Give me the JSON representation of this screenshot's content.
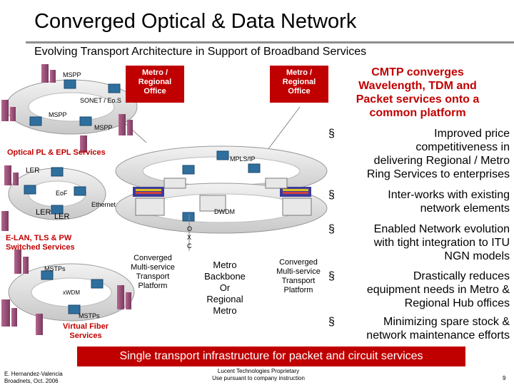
{
  "header": {
    "title": "Converged Optical & Data Network",
    "subtitle": "Evolving Transport Architecture in Support of Broadband Services"
  },
  "diagram": {
    "mspp_a": "MSPP",
    "sonet_eos": "SONET / Eo.S",
    "mspp_b": "MSPP",
    "mspp_c": "MSPP",
    "metro_left_1": "Metro /",
    "metro_left_2": "Regional",
    "metro_left_3": "Office",
    "metro_right_1": "Metro /",
    "metro_right_2": "Regional",
    "metro_right_3": "Office",
    "optical_services": "Optical PL & EPL Services",
    "mpls": "MPLS/IP",
    "ler_1": "LER",
    "eof": "EoF",
    "ethernet": "Ethernet",
    "ler_2": "LER",
    "ler_3": "LER",
    "dwdm": "DWDM",
    "oxc_o": "O",
    "oxc_x": "X",
    "oxc_c": "C",
    "elan_1": "E-LAN, TLS & PW",
    "elan_2": "Switched Services",
    "mstps_1": "MSTPs",
    "xwdm": "xWDM",
    "mstps_2": "MSTPs",
    "vfs_1": "Virtual Fiber",
    "vfs_2": "Services",
    "conv_left_1": "Converged",
    "conv_left_2": "Multi-service",
    "conv_left_3": "Transport",
    "conv_left_4": "Platform",
    "backbone_1": "Metro",
    "backbone_2": "Backbone",
    "backbone_3": "Or",
    "backbone_4": "Regional",
    "backbone_5": "Metro",
    "conv_right_1": "Converged",
    "conv_right_2": "Multi-service",
    "conv_right_3": "Transport",
    "conv_right_4": "Platform"
  },
  "panel": {
    "cmtp_1": "CMTP converges",
    "cmtp_2": "Wavelength, TDM and",
    "cmtp_3": "Packet services onto a",
    "cmtp_4": "common platform",
    "bullet_marker": "§",
    "bullets": [
      {
        "l1": "Improved price",
        "l2": "competitiveness in",
        "l3": "delivering Regional / Metro",
        "l4": "Ring Services to enterprises"
      },
      {
        "l1": "Inter-works with existing",
        "l2": "network elements"
      },
      {
        "l1": "Enabled Network evolution",
        "l2": "with tight integration to ITU",
        "l3": "NGN models"
      },
      {
        "l1": "Drastically reduces",
        "l2": "equipment needs in Metro &",
        "l3": "Regional Hub offices"
      },
      {
        "l1": "Minimizing spare stock &",
        "l2": "network maintenance efforts"
      }
    ]
  },
  "footer": {
    "banner": "Single transport infrastructure for packet and circuit services",
    "author": "E. Hernandez-Valencia",
    "venue": "Broadnets, Oct. 2006",
    "prop_1": "Lucent Technologies Proprietary",
    "prop_2": "Use pursuant to company instruction",
    "page": "9"
  },
  "colors": {
    "accent": "#c00000",
    "ring": "#d9d9d9",
    "building": "#9b4d7a",
    "router": "#2f6f9e"
  }
}
